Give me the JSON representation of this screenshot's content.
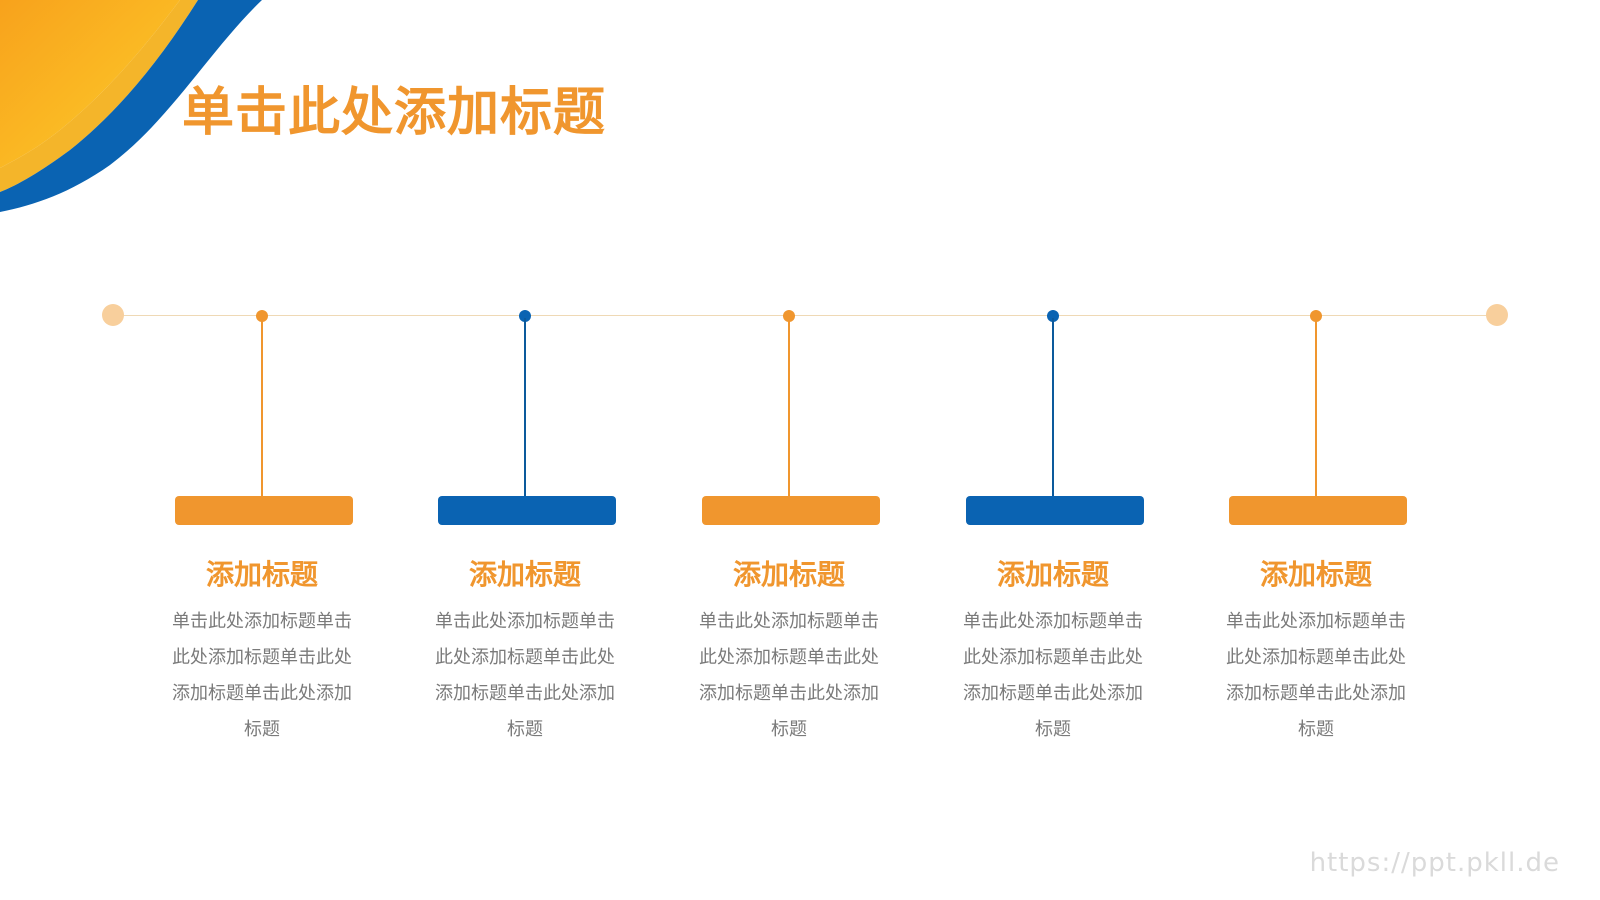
{
  "title": "单击此处添加标题",
  "colors": {
    "orange": "#f0962e",
    "blue": "#0a63b2",
    "line": "#efd9b5",
    "end_dot": "#f8cf9c",
    "body_text": "#7a7a7a"
  },
  "timeline": {
    "items": [
      {
        "color": "orange",
        "heading": "添加标题",
        "lines": [
          "单击此处添加标题单击",
          "此处添加标题单击此处",
          "添加标题单击此处添加",
          "标题"
        ]
      },
      {
        "color": "blue",
        "heading": "添加标题",
        "lines": [
          "单击此处添加标题单击",
          "此处添加标题单击此处",
          "添加标题单击此处添加",
          "标题"
        ]
      },
      {
        "color": "orange",
        "heading": "添加标题",
        "lines": [
          "单击此处添加标题单击",
          "此处添加标题单击此处",
          "添加标题单击此处添加",
          "标题"
        ]
      },
      {
        "color": "blue",
        "heading": "添加标题",
        "lines": [
          "单击此处添加标题单击",
          "此处添加标题单击此处",
          "添加标题单击此处添加",
          "标题"
        ]
      },
      {
        "color": "orange",
        "heading": "添加标题",
        "lines": [
          "单击此处添加标题单击",
          "此处添加标题单击此处",
          "添加标题单击此处添加",
          "标题"
        ]
      }
    ]
  },
  "watermark": "https://ppt.pkll.de"
}
